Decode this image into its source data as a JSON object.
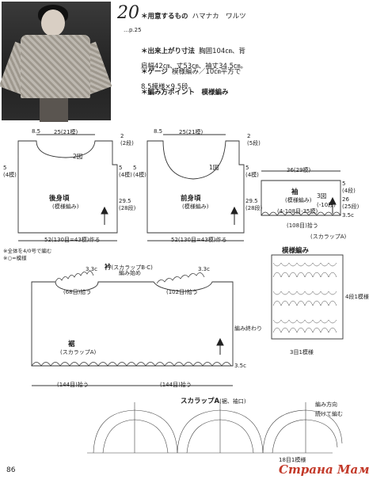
{
  "header": {
    "pattern_number": "20",
    "page_ref": "…p.25"
  },
  "specs": {
    "materials_title": "＊用意するもの",
    "materials_brand": "ハマナカ　ワルツ",
    "sizes_title": "＊出来上がり寸法",
    "sizes_value": "胸囲104㎝、背肩幅42㎝、丈53㎝、袖丈34.5㎝。",
    "gauge_title": "＊ゲージ",
    "gauge_value": "模様編み／10㎝平方で8.5模様×9.5段。",
    "points_title": "＊編み方ポイント　模様編み"
  },
  "back": {
    "shoulder_w": "8.5",
    "neck_w": "25(21模)",
    "label": "後身頃",
    "sub": "(模様編み)",
    "fig": "2図",
    "armhole": "5",
    "armhole_rows": "(4模)",
    "height": "29.5",
    "height_rows": "(28段)",
    "bottom": "52(130目=43模)作る",
    "neck_drop": "2",
    "neck_drop_rows": "(2段)",
    "side": "5",
    "side_rows": "(4模)"
  },
  "front": {
    "shoulder_w": "8.5",
    "neck_w": "25(21模)",
    "label": "前身頃",
    "sub": "(模様編み)",
    "fig": "1図",
    "armhole": "5",
    "armhole_rows": "(4模)",
    "height": "29.5",
    "height_rows": "(28段)",
    "bottom": "52(130目=43模)作る",
    "neck_drop": "2",
    "neck_drop_rows": "(5段)",
    "side": "5",
    "side_rows": "(4模)"
  },
  "notes": {
    "note1": "※全体を4/0号で編む",
    "note2": "※○=模様"
  },
  "sleeve": {
    "top_w": "36(29模)",
    "label": "袖",
    "sub": "(模様編み)",
    "fig": "3図",
    "inc": "(-10段)",
    "cuff": "(4-108目-35模)",
    "bottom": "(108目)拾う",
    "edge": "3.5c",
    "scallop": "(スカラップA)",
    "side_h": "5",
    "side_rows": "(4段)",
    "len": "26",
    "len_rows": "(25段)"
  },
  "collar": {
    "title": "衿",
    "title_sub": "(スカラップB·C)",
    "start": "編み始め",
    "edge_left": "3.3c",
    "edge_right": "3.3c",
    "pick_left": "(68目)拾う",
    "pick_right": "(102目)拾う"
  },
  "hem": {
    "label": "裾",
    "scallop": "(スカラップA)",
    "pick_left": "(144目)拾う",
    "pick_right": "(144目)拾う",
    "edge": "3.5c",
    "side_note": "編み終わり"
  },
  "stitch": {
    "title": "模様編み",
    "start": "3目1模様",
    "rows": "4段1模様"
  },
  "scallopA": {
    "title": "スカラップA",
    "title_sub": "(裾、袖口)",
    "dir": "編み方向",
    "note": "続けて編む",
    "repeat": "18目1模様"
  },
  "footer": {
    "page": "86",
    "logo": "Страна Мам"
  }
}
